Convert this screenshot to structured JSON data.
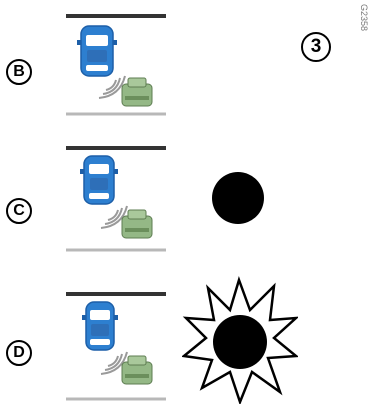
{
  "figure": {
    "number": "3",
    "reference_code": "G2358"
  },
  "panels": [
    {
      "label": "B",
      "light_state": "off"
    },
    {
      "label": "C",
      "light_state": "steady"
    },
    {
      "label": "D",
      "light_state": "flashing"
    }
  ],
  "colors": {
    "ego_car": "#2d7fd0",
    "other_car": "#94b886",
    "indicator": "#000000",
    "road_line_top": "#333333",
    "road_line_bottom": "#b8b8b8"
  }
}
